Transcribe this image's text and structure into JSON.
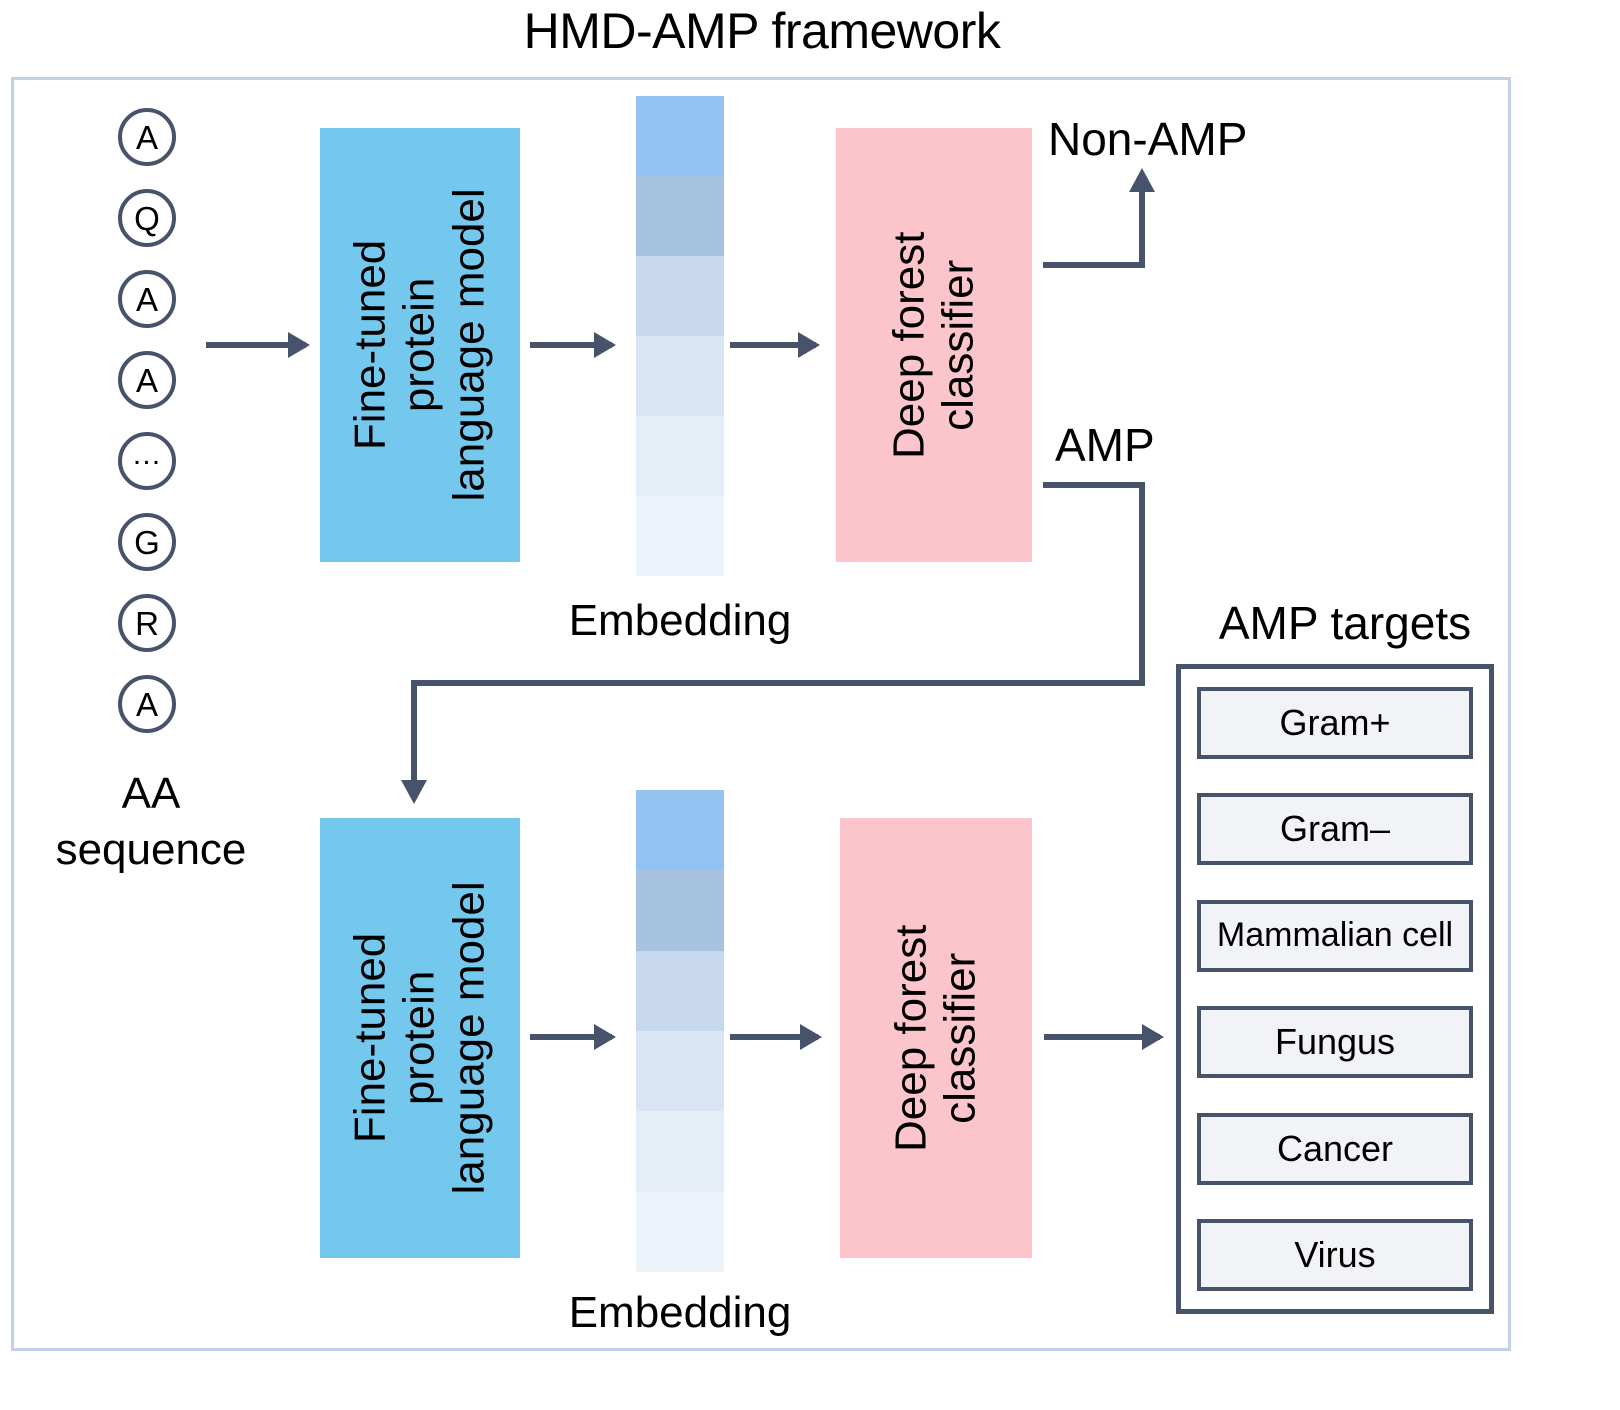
{
  "figure": {
    "title": "HMD-AMP framework",
    "panel_tag": ""
  },
  "sequence": {
    "residues": [
      "A",
      "Q",
      "A",
      "A",
      "…",
      "G",
      "R",
      "A"
    ],
    "label_line1": "AA",
    "label_line2": "sequence"
  },
  "blocks": {
    "language_model": {
      "line1": "Fine-tuned",
      "line2": "protein",
      "line3": "language model",
      "color": "#74c8ee"
    },
    "classifier": {
      "line1": "Deep forest",
      "line2": "classifier",
      "color": "#fcc5cc"
    }
  },
  "embedding": {
    "label": "Embedding",
    "bands": [
      "#92c2ef",
      "#a7c3e0",
      "#c7d8ed",
      "#d9e5f4",
      "#e5edf7",
      "#edf3fb"
    ]
  },
  "branches": {
    "non_amp": "Non-AMP",
    "amp": "AMP"
  },
  "targets": {
    "title": "AMP targets",
    "items": [
      "Gram+",
      "Gram–",
      "Mammalian cell",
      "Fungus",
      "Cancer",
      "Virus"
    ]
  },
  "colors": {
    "stroke": "#46536b",
    "frame": "#c3d0e8",
    "target_fill": "#f1f3f6"
  }
}
